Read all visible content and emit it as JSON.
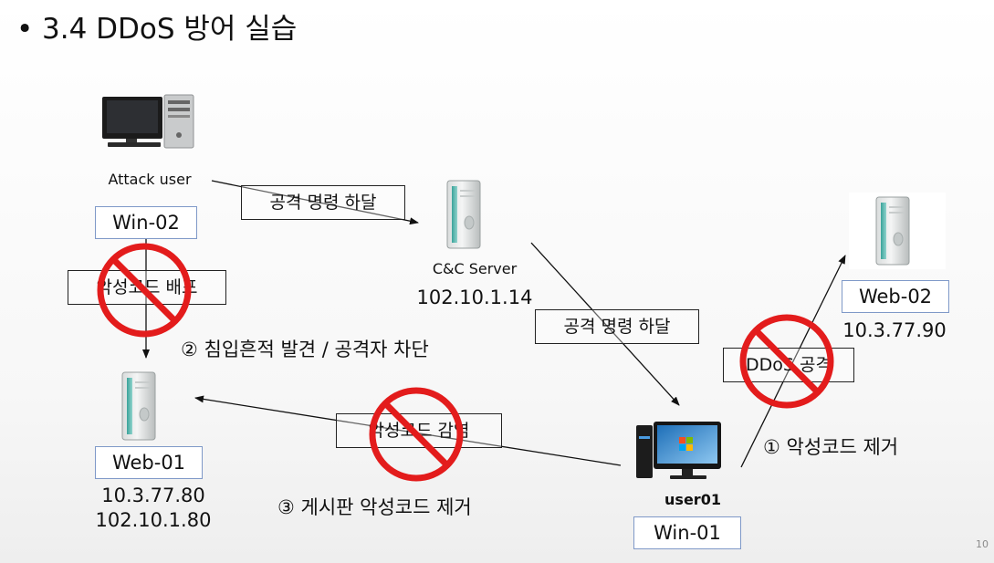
{
  "slide": {
    "bullet": "•",
    "title": "3.4 DDoS 방어 실습",
    "page_number": "10"
  },
  "nodes": {
    "attacker": {
      "caption": "Attack user",
      "host": "Win-02"
    },
    "cnc": {
      "caption": "C&C Server",
      "ip": "102.10.1.14"
    },
    "web01": {
      "host": "Web-01",
      "ip1": "10.3.77.80",
      "ip2": "102.10.1.80"
    },
    "web02": {
      "host": "Web-02",
      "ip": "10.3.77.90"
    },
    "user01": {
      "caption": "user01",
      "host": "Win-01"
    }
  },
  "edges": {
    "attack_command_1": "공격 명령 하달",
    "attack_command_2": "공격 명령 하달",
    "malware_distribution": "악성코드 배포",
    "malware_infection": "악성코드 감염",
    "ddos_attack": "DDoS 공격"
  },
  "steps": {
    "step1": "① 악성코드 제거",
    "step2": "② 침입흔적 발견 / 공격자 차단",
    "step3": "③ 게시판 악성코드 제거"
  },
  "colors": {
    "prohibit_red": "#e31c1c",
    "host_border": "#7f99c8",
    "server_teal": "#5fb8b0"
  },
  "icons": [
    "desktop-computer-icon",
    "server-tower-icon",
    "prohibition-icon"
  ]
}
